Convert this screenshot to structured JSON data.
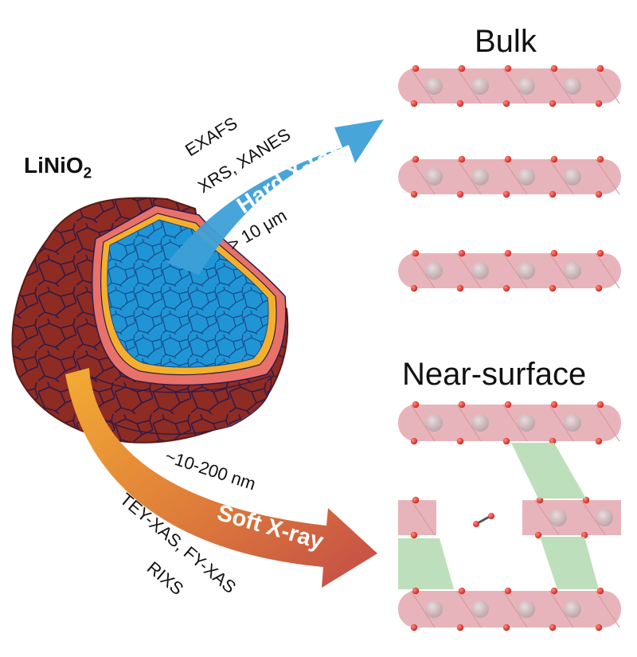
{
  "material": {
    "base": "LiNiO",
    "subscript": "2"
  },
  "bulk": {
    "title": "Bulk"
  },
  "near_surface": {
    "title": "Near-surface"
  },
  "hard": {
    "arrow_label": "Hard X-ray",
    "technique_1": "EXAFS",
    "technique_2": "XRS, XANES",
    "depth": "> 10 μm"
  },
  "soft": {
    "arrow_label": "Soft X-ray",
    "depth": "~10-200 nm",
    "technique_1": "TEY-XAS, FY-XAS",
    "technique_2": "RIXS"
  },
  "colors": {
    "hard_arrow": "#3ea0d8",
    "soft_arrow_start": "#f2a531",
    "soft_arrow_end": "#c0504d",
    "particle_shell": "#8c2a22",
    "particle_core": "#2196d8",
    "layer_fill": "#e8b4bb",
    "rock_salt_fill": "#b7dcb4",
    "oxygen": "#e2231a"
  }
}
